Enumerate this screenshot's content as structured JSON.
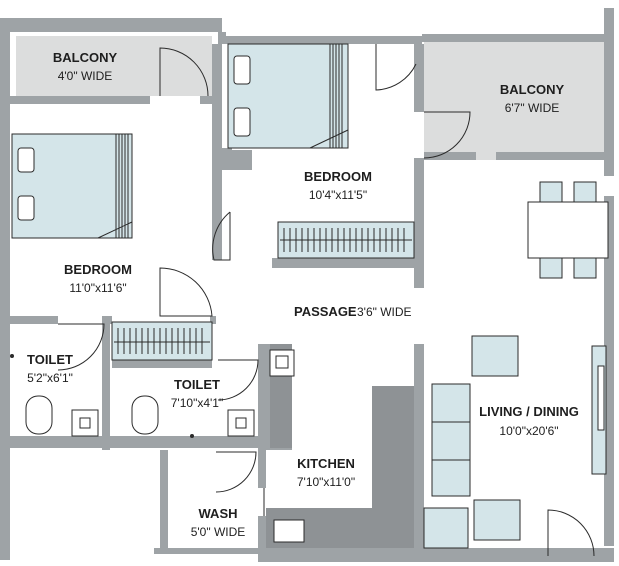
{
  "rooms": {
    "balcony_left": {
      "name": "BALCONY",
      "dim": "4'0\" WIDE"
    },
    "balcony_right": {
      "name": "BALCONY",
      "dim": "6'7\" WIDE"
    },
    "bedroom_top": {
      "name": "BEDROOM",
      "dim": "10'4\"x11'5\""
    },
    "bedroom_left": {
      "name": "BEDROOM",
      "dim": "11'0\"x11'6\""
    },
    "passage": {
      "name": "PASSAGE",
      "dim": "3'6\" WIDE"
    },
    "toilet_left": {
      "name": "TOILET",
      "dim": "5'2\"x6'1\""
    },
    "toilet_mid": {
      "name": "TOILET",
      "dim": "7'10\"x4'1\""
    },
    "living": {
      "name": "LIVING / DINING",
      "dim": "10'0\"x20'6\""
    },
    "kitchen": {
      "name": "KITCHEN",
      "dim": "7'10\"x11'0\""
    },
    "wash": {
      "name": "WASH",
      "dim": "5'0\" WIDE"
    }
  }
}
